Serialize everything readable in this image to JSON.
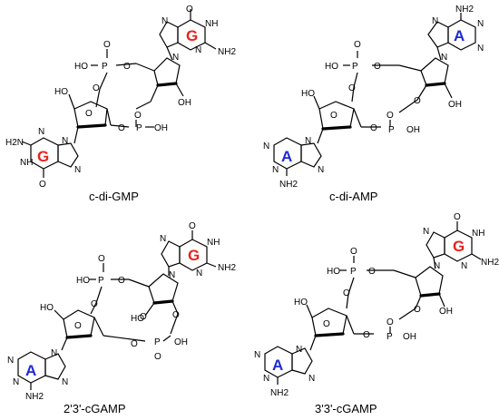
{
  "colors": {
    "guanine": "#e8231d",
    "adenine": "#1f2bd1",
    "bond": "#000000"
  },
  "molecules": [
    {
      "name": "c-di-GMP",
      "top_base": "G",
      "bottom_base": "G",
      "top_color": "#e8231d",
      "bottom_color": "#e8231d",
      "labels": [
        "O",
        "HO",
        "P",
        "O",
        "O",
        "O",
        "N",
        "N",
        "NH",
        "NH2",
        "N",
        "OH",
        "HO",
        "O",
        "O",
        "O",
        "P",
        "OH",
        "H2N",
        "N",
        "N",
        "N",
        "NH",
        "O"
      ]
    },
    {
      "name": "c-di-AMP",
      "top_base": "A",
      "bottom_base": "A",
      "top_color": "#1f2bd1",
      "bottom_color": "#1f2bd1",
      "labels": [
        "NH2",
        "N",
        "N",
        "N",
        "N",
        "O",
        "HO",
        "P",
        "O",
        "O",
        "O",
        "OH",
        "HO",
        "O",
        "O",
        "O",
        "P",
        "OH",
        "N",
        "N",
        "N",
        "N",
        "NH2"
      ]
    },
    {
      "name": "2'3'-cGAMP",
      "top_base": "G",
      "bottom_base": "A",
      "top_color": "#e8231d",
      "bottom_color": "#1f2bd1",
      "labels": [
        "O",
        "NH",
        "NH2",
        "N",
        "N",
        "N",
        "O",
        "O",
        "P",
        "HO",
        "O",
        "O",
        "O",
        "HO",
        "O",
        "O",
        "O",
        "P",
        "OH",
        "HO",
        "N",
        "N",
        "N",
        "N",
        "NH2"
      ]
    },
    {
      "name": "3'3'-cGAMP",
      "top_base": "G",
      "bottom_base": "A",
      "top_color": "#e8231d",
      "bottom_color": "#1f2bd1",
      "labels": [
        "O",
        "NH",
        "NH2",
        "N",
        "N",
        "N",
        "O",
        "HO",
        "P",
        "O",
        "O",
        "O",
        "OH",
        "HO",
        "O",
        "O",
        "O",
        "P",
        "OH",
        "N",
        "N",
        "N",
        "N",
        "NH2"
      ]
    }
  ]
}
